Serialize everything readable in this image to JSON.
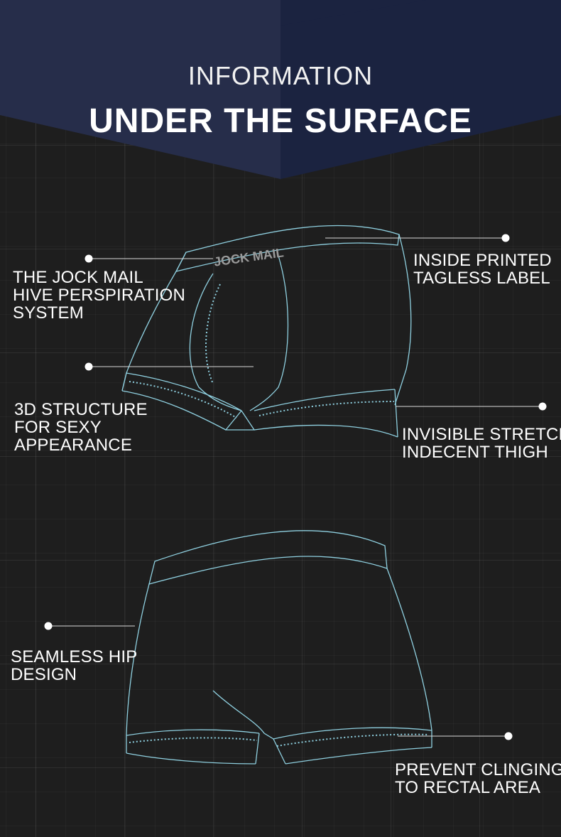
{
  "header": {
    "subtitle": "INFORMATION",
    "title": "UNDER THE SURFACE"
  },
  "waistband_text": "JOCK MAIL",
  "front_callouts": [
    {
      "id": "hive",
      "lines": [
        "THE JOCK MAIL",
        "HIVE PERSPIRATION",
        "SYSTEM"
      ]
    },
    {
      "id": "label",
      "lines": [
        "INSIDE PRINTED",
        "TAGLESS LABEL"
      ]
    },
    {
      "id": "structure",
      "lines": [
        "3D STRUCTURE",
        "FOR SEXY",
        "APPEARANCE"
      ]
    },
    {
      "id": "stretch",
      "lines": [
        "INVISIBLE STRETCH",
        "INDECENT THIGH"
      ]
    }
  ],
  "back_callouts": [
    {
      "id": "seamless",
      "lines": [
        "SEAMLESS HIP",
        "DESIGN"
      ]
    },
    {
      "id": "clinging",
      "lines": [
        "PREVENT CLINGING",
        "TO RECTAL AREA"
      ]
    }
  ],
  "colors": {
    "background": "#1f1f1f",
    "banner_left": "#252c48",
    "banner_right": "#1c2440",
    "outline": "#8fd0e0",
    "text": "#ffffff"
  }
}
